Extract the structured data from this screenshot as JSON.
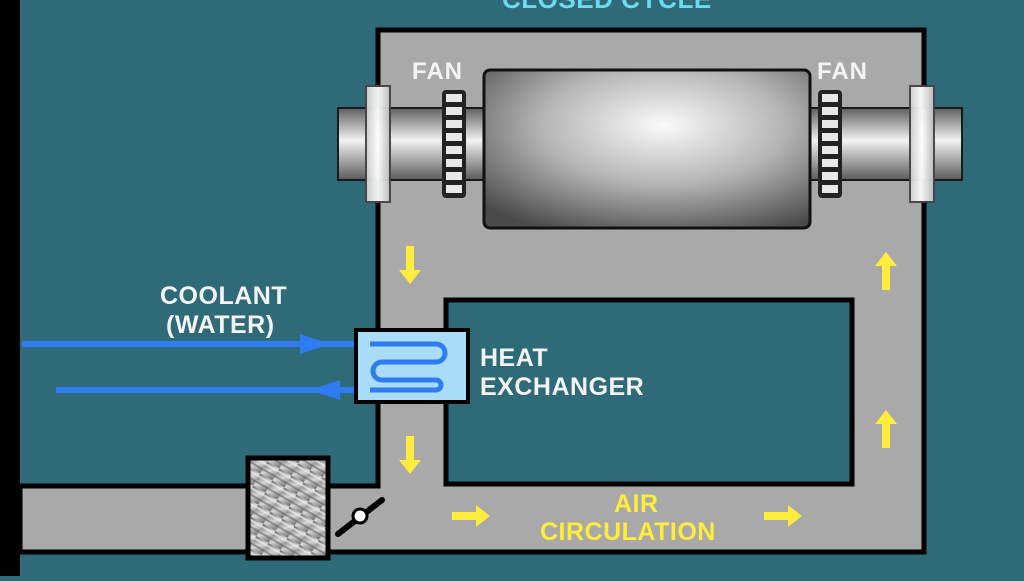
{
  "title": "CLOSED CYCLE",
  "labels": {
    "fan_left": "FAN",
    "fan_right": "FAN",
    "coolant_line1": "COOLANT",
    "coolant_line2": "(WATER)",
    "hx_line1": "HEAT",
    "hx_line2": "EXCHANGER",
    "air_line1": "AIR",
    "air_line2": "CIRCULATION"
  },
  "colors": {
    "background": "#2e6a78",
    "duct": "#a9a9a9",
    "duct_outline": "#000000",
    "flow_arrow": "#ffec3c",
    "coolant_pipe": "#2f7cf2",
    "heat_exchanger": "#a8dcf8",
    "label_text": "#f4f4f4",
    "title_text": "#6fd9f2"
  },
  "icons": {
    "damper": "damper-valve-icon",
    "filter": "air-filter-icon"
  }
}
